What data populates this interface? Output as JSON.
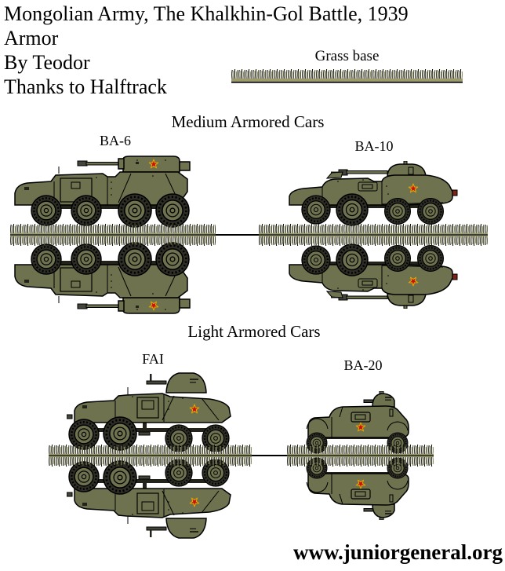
{
  "header": {
    "title_lines": [
      "Mongolian Army, The Khalkhin-Gol Battle, 1939",
      "Armor",
      "By Teodor",
      "Thanks to Halftrack"
    ],
    "grass_base_label": "Grass base"
  },
  "sections": [
    {
      "heading": "Medium Armored Cars",
      "vehicles": [
        {
          "label": "BA-6"
        },
        {
          "label": "BA-10"
        }
      ]
    },
    {
      "heading": "Light Armored Cars",
      "vehicles": [
        {
          "label": "FAI"
        },
        {
          "label": "BA-20"
        }
      ]
    }
  ],
  "footer": {
    "site": "www.juniorgeneral.org"
  },
  "colors": {
    "vehicle_olive": "#6e724f",
    "tire_dark": "#2e2e26",
    "grass_blade_olive": "#8b8e6b",
    "grass_band_khaki": "#9b9b6e",
    "star_red": "#c81010",
    "star_outline_yellow": "#e0a800",
    "text": "#000000",
    "background": "#ffffff"
  }
}
